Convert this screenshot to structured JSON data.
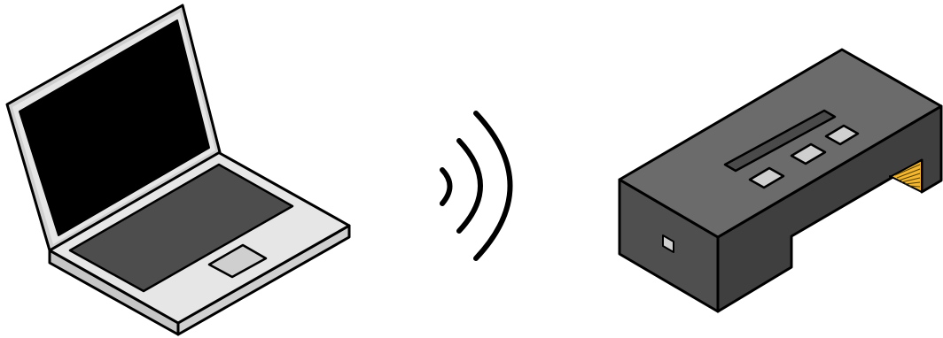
{
  "diagram": {
    "elements": [
      {
        "name": "laptop",
        "icon": "laptop-icon"
      },
      {
        "name": "wireless-signal",
        "icon": "wifi-signal-icon",
        "waves": 3
      },
      {
        "name": "receiver-device",
        "icon": "receiver-box-icon",
        "buttons": 3,
        "has_display_slot": true,
        "has_side_port": true,
        "has_connector_pins": true
      }
    ]
  },
  "colors": {
    "outline": "#000000",
    "laptop_body": "#e6e6e6",
    "laptop_edge": "#c6c6c6",
    "laptop_frame": "#d0d0d0",
    "laptop_screen": "#000000",
    "laptop_keyboard": "#4d4d4d",
    "laptop_touchpad": "#cfcfcf",
    "device_top": "#6b6b6b",
    "device_left": "#4f4f4f",
    "device_right": "#3f3f3f",
    "device_display": "#4a4a4a",
    "device_button": "#cfcfcf",
    "device_pins": "#f2b632",
    "background": "#ffffff"
  }
}
